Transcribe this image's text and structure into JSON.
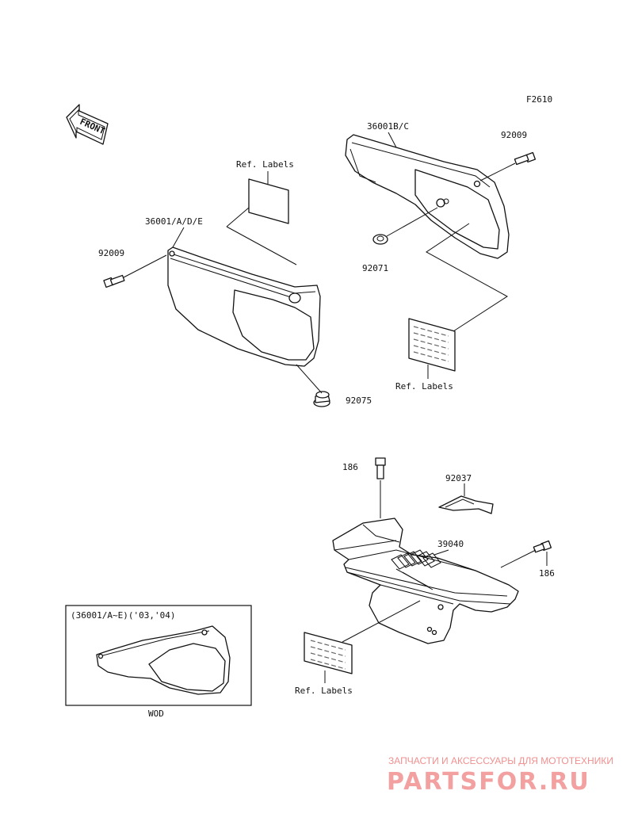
{
  "figure_code": "F2610",
  "front_label": "FRONT",
  "labels": {
    "ref_labels_upper_left": "Ref. Labels",
    "ref_labels_upper_right": "Ref. Labels",
    "ref_labels_lower": "Ref. Labels",
    "part_36001bc": "36001B/C",
    "part_36001ade": "36001/A/D/E",
    "part_92009_right": "92009",
    "part_92009_left": "92009",
    "part_92071": "92071",
    "part_92075": "92075",
    "part_186_top": "186",
    "part_186_right": "186",
    "part_92037": "92037",
    "part_39040": "39040"
  },
  "inset": {
    "title": "(36001/A~E)('03,'04)",
    "caption": "WOD"
  },
  "watermark": {
    "tagline": "ЗАПЧАСТИ И АКСЕССУАРЫ ДЛЯ МОТОТЕХНИКИ",
    "brand": "PARTSFOR.RU"
  }
}
